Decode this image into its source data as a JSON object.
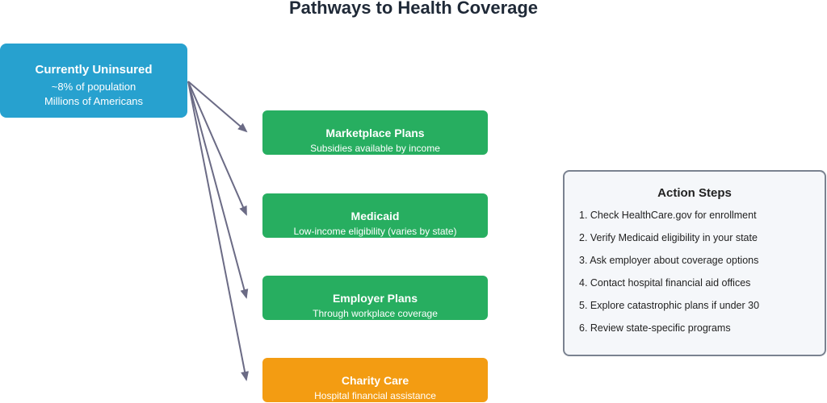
{
  "title": "Pathways to Health Coverage",
  "source": {
    "title": "Currently Uninsured",
    "lines": [
      "~8% of population",
      "Millions of Americans"
    ]
  },
  "options": [
    {
      "title": "Marketplace Plans",
      "subtitle": "Subsidies available by income",
      "color": "#27ae60"
    },
    {
      "title": "Medicaid",
      "subtitle": "Low-income eligibility (varies by state)",
      "color": "#27ae60"
    },
    {
      "title": "Employer Plans",
      "subtitle": "Through workplace coverage",
      "color": "#27ae60"
    },
    {
      "title": "Charity Care",
      "subtitle": "Hospital financial assistance",
      "color": "#f39c12"
    }
  ],
  "action_steps": {
    "title": "Action Steps",
    "items": [
      "1. Check HealthCare.gov for enrollment",
      "2. Verify Medicaid eligibility in your state",
      "3. Ask employer about coverage options",
      "4. Contact hospital financial aid offices",
      "5. Explore catastrophic plans if under 30",
      "6. Review state-specific programs"
    ]
  },
  "colors": {
    "source": "#27a1cf",
    "arrow": "#6b6b85",
    "panel_border": "#7a8290"
  }
}
